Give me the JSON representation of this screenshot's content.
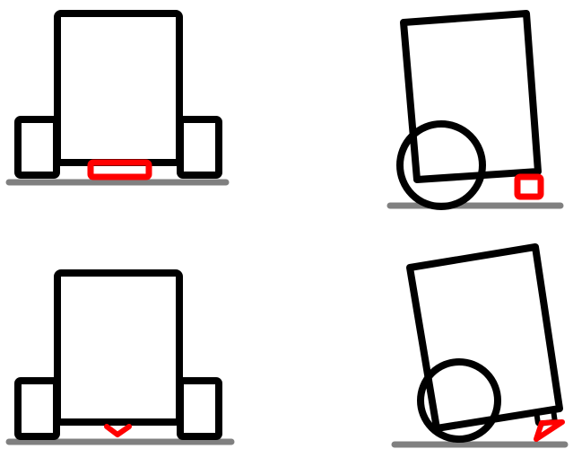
{
  "colors": {
    "outline": "#000000",
    "ground": "#808080",
    "highlight": "#ff0000",
    "background": "#ffffff"
  },
  "panels": [
    {
      "id": "top-left",
      "pose": "upright",
      "wheels": "two-side-blocks",
      "contact": "flat-bar"
    },
    {
      "id": "top-right",
      "pose": "tilted",
      "wheels": "single-wheel",
      "contact": "square-pad"
    },
    {
      "id": "bottom-left",
      "pose": "upright",
      "wheels": "two-side-blocks",
      "contact": "v-notch"
    },
    {
      "id": "bottom-right",
      "pose": "tilted",
      "wheels": "single-wheel",
      "contact": "triangle-foot"
    }
  ]
}
